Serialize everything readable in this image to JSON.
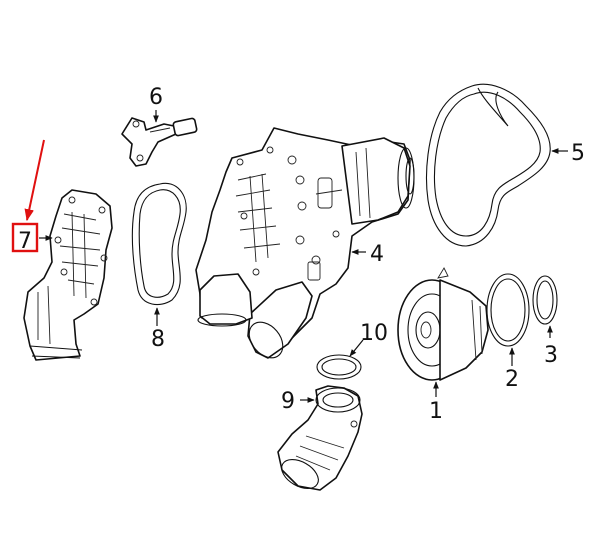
{
  "callouts": {
    "c1": "1",
    "c2": "2",
    "c3": "3",
    "c4": "4",
    "c5": "5",
    "c6": "6",
    "c7": "7",
    "c8": "8",
    "c9": "9",
    "c10": "10"
  },
  "highlight": {
    "callout": "7",
    "color": "#e01010"
  }
}
